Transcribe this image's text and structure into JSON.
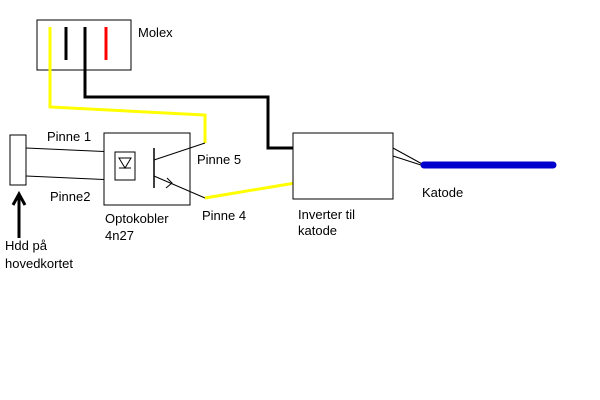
{
  "labels": {
    "molex": "Molex",
    "pinne1": "Pinne 1",
    "pinne2": "Pinne2",
    "pinne5": "Pinne 5",
    "pinne4": "Pinne 4",
    "optokobler_line1": "Optokobler",
    "optokobler_line2": "4n27",
    "inverter_line1": "Inverter til",
    "inverter_line2": "katode",
    "katode": "Katode",
    "hdd_line1": "Hdd på",
    "hdd_line2": "hovedkortet"
  },
  "colors": {
    "molex_yellow": "#ffff00",
    "molex_black": "#000000",
    "molex_red": "#ff0000",
    "yellow_wire": "#ffff00",
    "black_wire": "#000000",
    "cathode_tube": "#0000cc"
  }
}
